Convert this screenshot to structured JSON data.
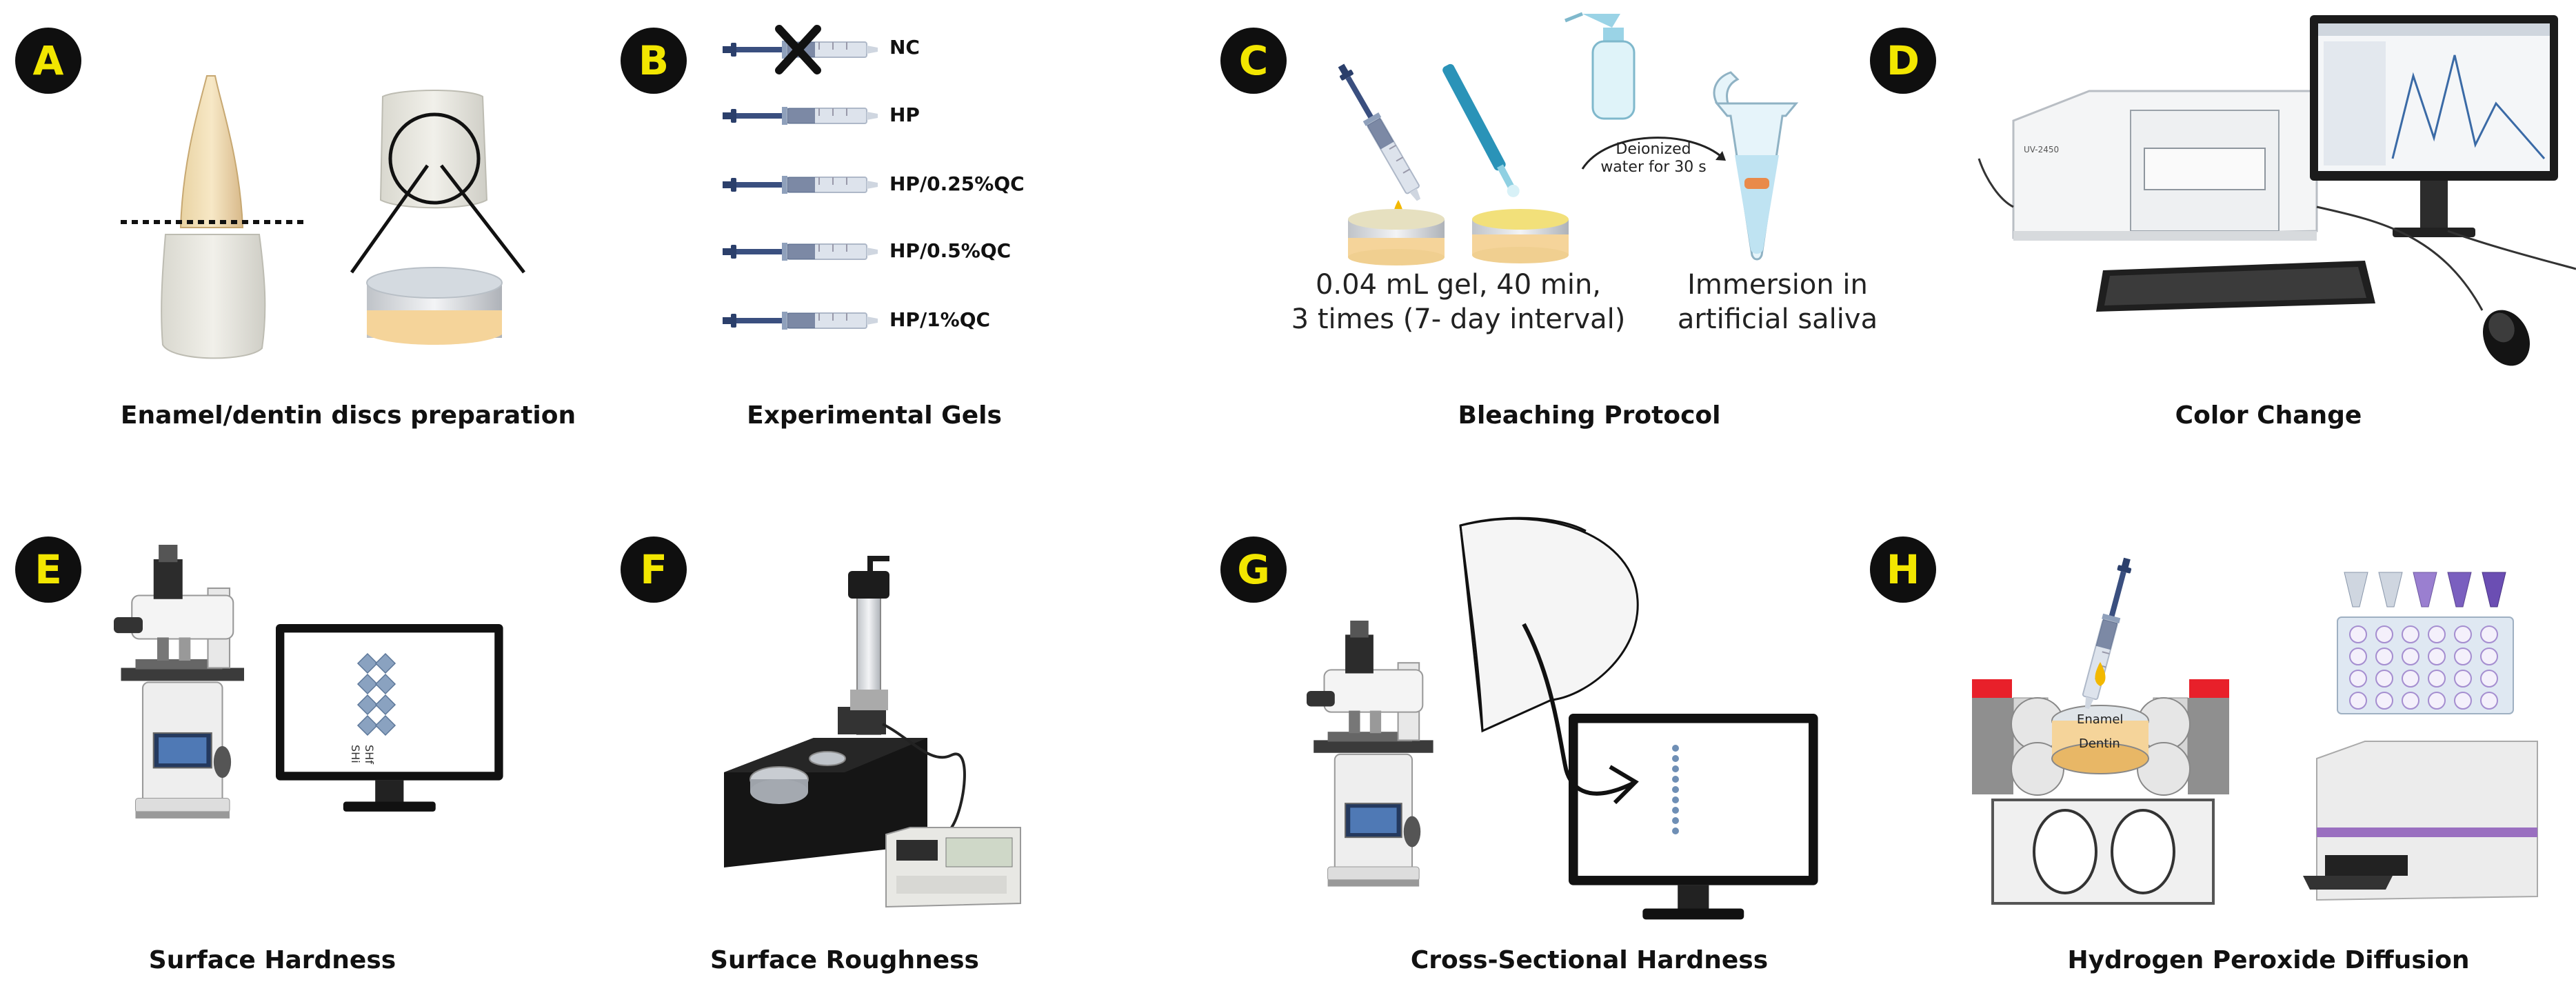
{
  "panels": [
    {
      "letter": "A",
      "caption": "Enamel/dentin discs preparation"
    },
    {
      "letter": "B",
      "caption": "Experimental Gels"
    },
    {
      "letter": "C",
      "caption": "Bleaching Protocol"
    },
    {
      "letter": "D",
      "caption": "Color Change"
    },
    {
      "letter": "E",
      "caption": "Surface Hardness"
    },
    {
      "letter": "F",
      "caption": "Surface Roughness"
    },
    {
      "letter": "G",
      "caption": "Cross-Sectional Hardness"
    },
    {
      "letter": "H",
      "caption": "Hydrogen Peroxide Diffusion"
    }
  ],
  "gels": [
    "NC",
    "HP",
    "HP/0.25%QC",
    "HP/0.5%QC",
    "HP/1%QC"
  ],
  "protocol": {
    "gel_line1": "0.04 mL gel, 40 min,",
    "gel_line2": "3 times  (7- day interval)",
    "water_line1": "Deionized",
    "water_line2": "water for 30 s",
    "saliva_line1": "Immersion in",
    "saliva_line2": "artificial saliva"
  },
  "spectro_label": "UV-2450",
  "shf_label": "SHf",
  "shi_label": "SHi",
  "diffusion": {
    "enamel": "Enamel",
    "dentin": "Dentin"
  },
  "colors": {
    "badge_bg": "#0f0f0f",
    "badge_text": "#f2e600",
    "cap_red": "#e8202a",
    "enamel": "#c9d3da",
    "dentin": "#f5d49a",
    "plate_purple": "#9a6fc0"
  }
}
